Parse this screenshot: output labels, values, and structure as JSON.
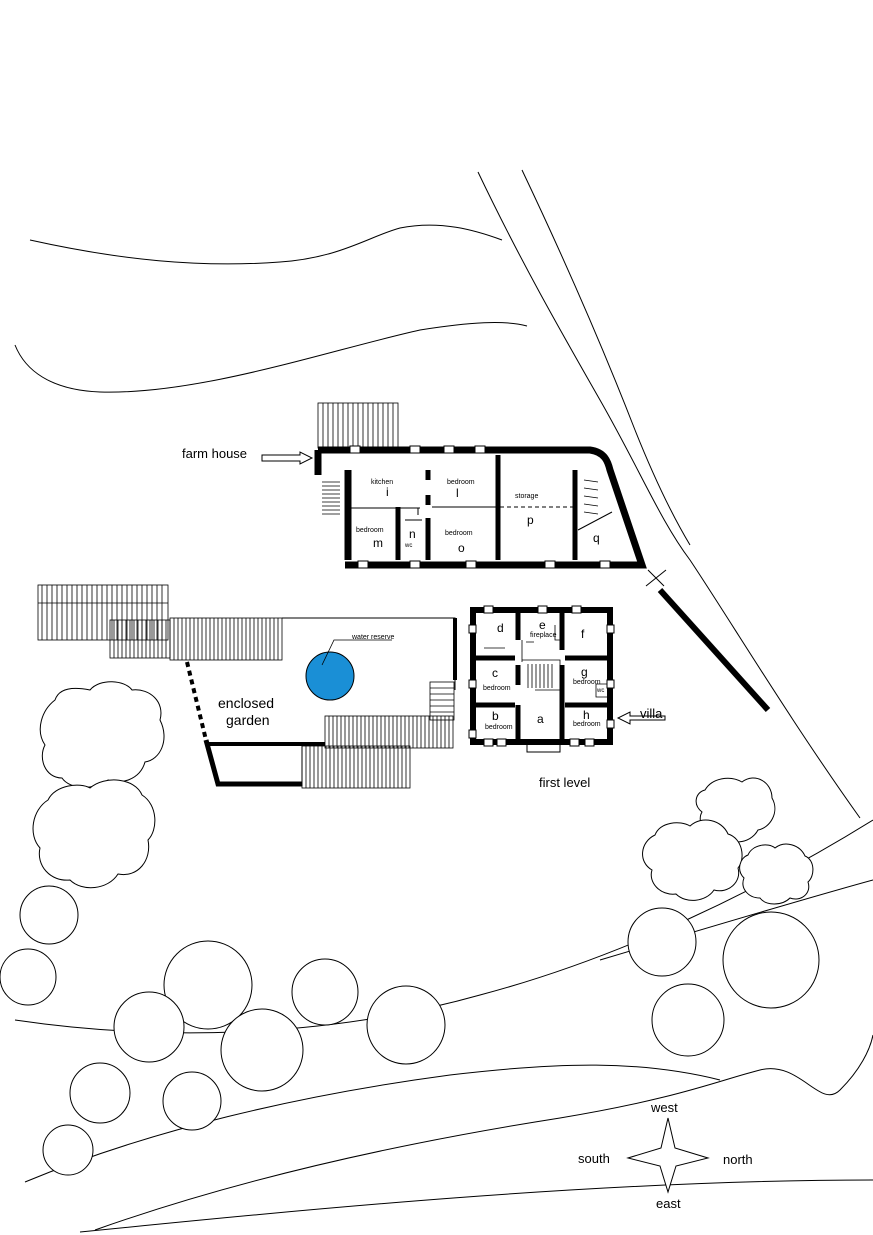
{
  "labels": {
    "farm_house": "farm house",
    "villa": "villa",
    "enclosed_garden_1": "enclosed",
    "enclosed_garden_2": "garden",
    "water_reserve": "water reserve",
    "first_level": "first level"
  },
  "farmhouse_rooms": {
    "i": "i",
    "kitchen": "kitchen",
    "l": "l",
    "l_bedroom": "bedroom",
    "storage": "storage",
    "p": "p",
    "m": "m",
    "m_bedroom": "bedroom",
    "n": "n",
    "n_wc": "wc",
    "o": "o",
    "o_bedroom": "bedroom",
    "q": "q"
  },
  "villa_rooms": {
    "d": "d",
    "e": "e",
    "fireplace": "fireplace",
    "f": "f",
    "c": "c",
    "c_bedroom": "bedroom",
    "g": "g",
    "g_bedroom": "bedroom",
    "wc": "wc",
    "b": "b",
    "b_bedroom": "bedroom",
    "a": "a",
    "h": "h",
    "h_bedroom": "bedroom"
  },
  "compass": {
    "west": "west",
    "south": "south",
    "north": "north",
    "east": "east"
  },
  "colors": {
    "water": "#1a8fd6",
    "line": "#000000"
  }
}
